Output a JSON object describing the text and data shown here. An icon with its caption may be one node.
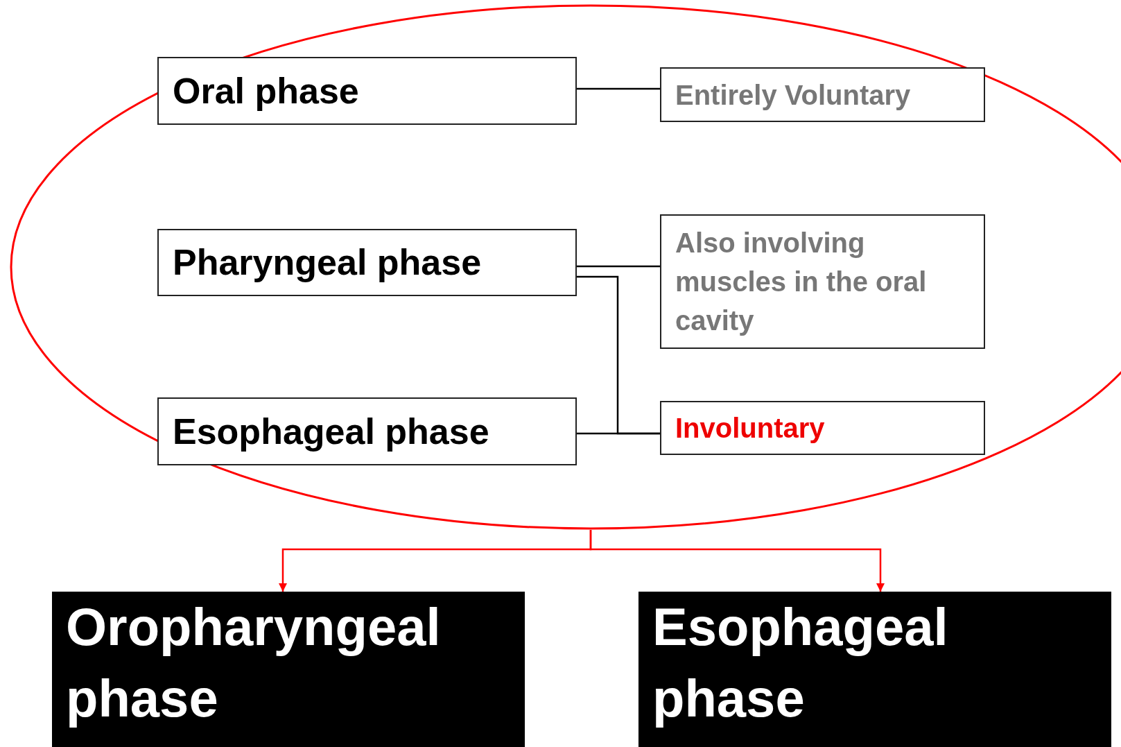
{
  "diagram": {
    "nodes": [
      {
        "text": [],
        "shape": "ellipse"
      },
      {
        "text": [
          "Oral phase"
        ],
        "in": 0
      },
      {
        "text": [
          "Entirely Voluntary"
        ],
        "in": 0
      },
      {
        "text": [
          "Pharyngeal phase"
        ],
        "in": 0
      },
      {
        "text": [
          "Also involving muscles in the oral cavity"
        ],
        "in": 0
      },
      {
        "text": [
          "Esophageal phase"
        ],
        "in": 0
      },
      {
        "text": [
          "Involuntary"
        ],
        "in": 0
      },
      {
        "text": [
          "Oropharyngeal phase"
        ]
      },
      {
        "text": [
          "Esophageal phase"
        ]
      }
    ],
    "edges": [
      {
        "from": 1,
        "to": 2,
        "arrow": "none"
      },
      {
        "from": 3,
        "to": 4,
        "arrow": "none"
      },
      {
        "from": 3,
        "to": 6,
        "arrow": "none"
      },
      {
        "from": 5,
        "to": 6,
        "arrow": "none"
      },
      {
        "from": 0,
        "to": 7,
        "arrow": "to",
        "color": "#ff0000"
      },
      {
        "from": 0,
        "to": 8,
        "arrow": "to",
        "color": "#ff0000"
      }
    ]
  }
}
